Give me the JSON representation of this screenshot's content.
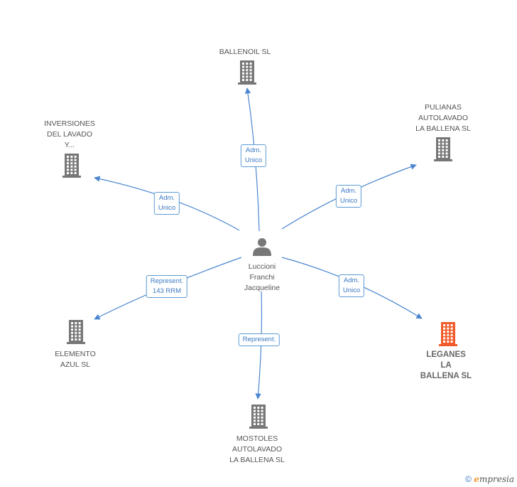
{
  "center": {
    "name": "Luccioni\nFranchi\nJacqueline"
  },
  "nodes": [
    {
      "id": "ballenoil",
      "label": "BALLENOIL SL",
      "highlight": false
    },
    {
      "id": "pulianas",
      "label": "PULIANAS\nAUTOLAVADO\nLA BALLENA SL",
      "highlight": false
    },
    {
      "id": "inversiones",
      "label": "INVERSIONES\nDEL LAVADO\nY...",
      "highlight": false
    },
    {
      "id": "leganes",
      "label": "LEGANES\nLA\nBALLENA SL",
      "highlight": true
    },
    {
      "id": "elemento",
      "label": "ELEMENTO\nAZUL SL",
      "highlight": false
    },
    {
      "id": "mostoles",
      "label": "MOSTOLES\nAUTOLAVADO\nLA BALLENA SL",
      "highlight": false
    }
  ],
  "edges": [
    {
      "to": "ballenoil",
      "label": "Adm.\nUnico"
    },
    {
      "to": "pulianas",
      "label": "Adm.\nUnico"
    },
    {
      "to": "inversiones",
      "label": "Adm.\nUnico"
    },
    {
      "to": "leganes",
      "label": "Adm.\nUnico"
    },
    {
      "to": "elemento",
      "label": "Represent.\n143 RRM"
    },
    {
      "to": "mostoles",
      "label": "Represent."
    }
  ],
  "colors": {
    "edge": "#4a86d0",
    "building": "#777777",
    "building_focus": "#f15a29",
    "person": "#777777"
  },
  "footer": {
    "symbol": "©",
    "brand_first": "e",
    "brand_rest": "mpresia"
  }
}
